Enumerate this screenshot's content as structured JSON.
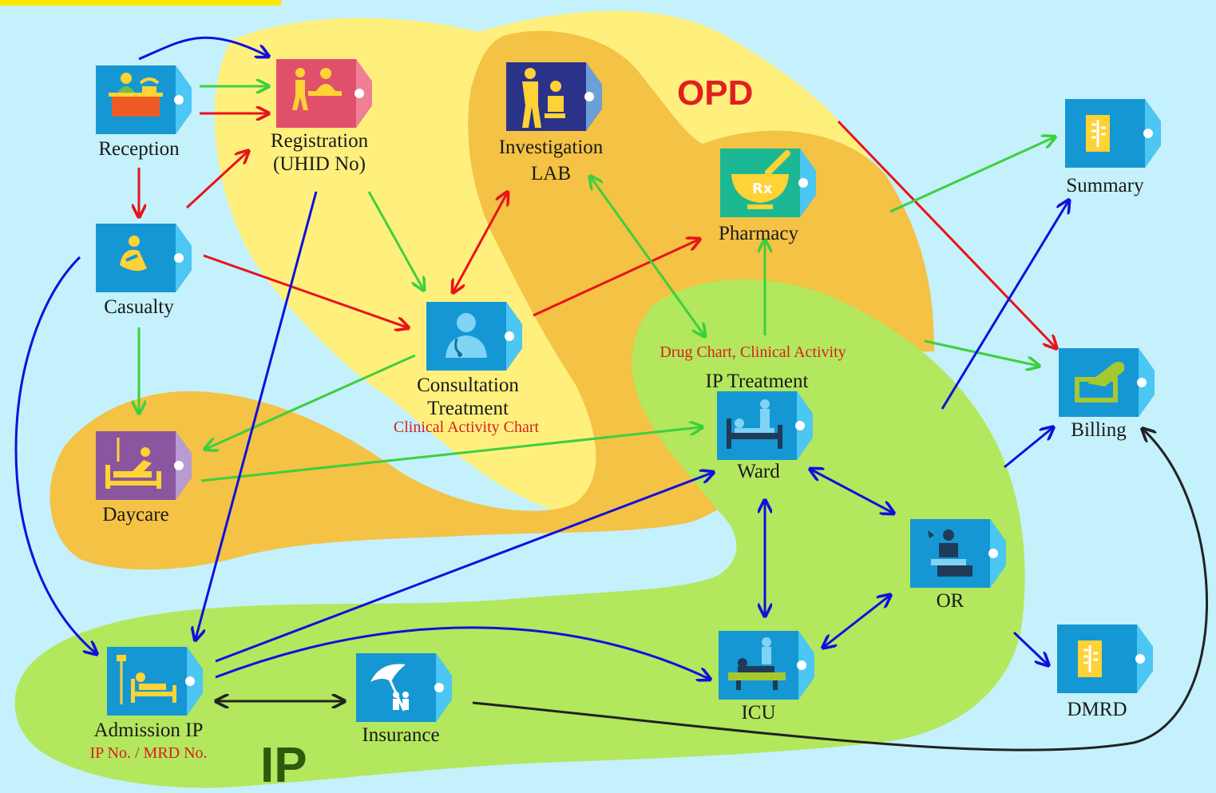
{
  "zones": {
    "opd": "OPD",
    "ip": "IP"
  },
  "colors": {
    "background": "#c4f1fb",
    "opd_zone": "#fff07e",
    "orange_zone": "#f4c244",
    "ip_zone": "#b3e75e",
    "red_arrow": "#e8131b",
    "green_arrow": "#3ecf3e",
    "blue_arrow": "#1010dd",
    "black_arrow": "#222222"
  },
  "nodes": {
    "reception": {
      "label": "Reception",
      "icon": "reception-desk-icon"
    },
    "registration": {
      "label": "Registration",
      "label2": "(UHID No)",
      "icon": "registration-icon"
    },
    "investigation": {
      "label": "Investigation",
      "label2": "LAB",
      "icon": "lab-doctor-icon"
    },
    "casualty": {
      "label": "Casualty",
      "icon": "casualty-icon"
    },
    "consultation": {
      "label": "Consultation",
      "label2": "Treatment",
      "note": "Clinical Activity Chart",
      "icon": "doctor-icon"
    },
    "pharmacy": {
      "label": "Pharmacy",
      "icon": "mortar-pestle-icon"
    },
    "summary": {
      "label": "Summary",
      "icon": "summary-document-icon"
    },
    "daycare": {
      "label": "Daycare",
      "icon": "daycare-bed-icon"
    },
    "ip_treatment": {
      "label": "IP Treatment",
      "note": "Drug Chart, Clinical Activity"
    },
    "ward": {
      "label": "Ward",
      "icon": "ward-bed-icon"
    },
    "billing": {
      "label": "Billing",
      "icon": "billing-card-icon"
    },
    "or": {
      "label": "OR",
      "icon": "surgery-icon"
    },
    "icu": {
      "label": "ICU",
      "icon": "icu-patient-icon"
    },
    "dmrd": {
      "label": "DMRD",
      "icon": "dmrd-document-icon"
    },
    "admission_ip": {
      "label": "Admission IP",
      "note": "IP No. / MRD No.",
      "icon": "admission-bed-icon"
    },
    "insurance": {
      "label": "Insurance",
      "icon": "insurance-umbrella-icon"
    }
  }
}
